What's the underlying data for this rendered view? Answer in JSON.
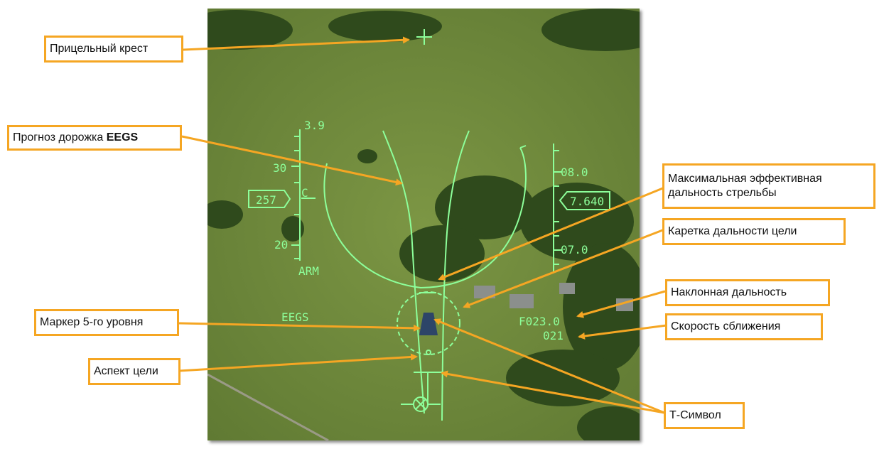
{
  "callouts": {
    "gunsight_cross": "Прицельный крест",
    "eegs_funnel_prefix": "Прогноз дорожка ",
    "eegs_funnel_bold": "EEGS",
    "max_range": "Максимальная эффективная дальность стрельбы",
    "target_range_caret": "Каретка дальности цели",
    "slant_range": "Наклонная дальность",
    "closure_rate": "Скорость сближения",
    "level5_marker": "Маркер 5-го уровня",
    "target_aspect": "Аспект цели",
    "t_symbol": "Т-Символ"
  },
  "hud": {
    "speed_top": "3.9",
    "speed_30": "30",
    "speed_box": "257",
    "speed_c": "C",
    "speed_20": "20",
    "arm": "ARM",
    "eegs": "EEGS",
    "alt_top": "08.0",
    "alt_box": "7.640",
    "alt_low": "07.0",
    "slant_range": "F023.0",
    "closure_rate": "021"
  },
  "colors": {
    "hud_green": "#8dff9a",
    "callout_border": "#f5a623",
    "arrow": "#f5a623"
  }
}
